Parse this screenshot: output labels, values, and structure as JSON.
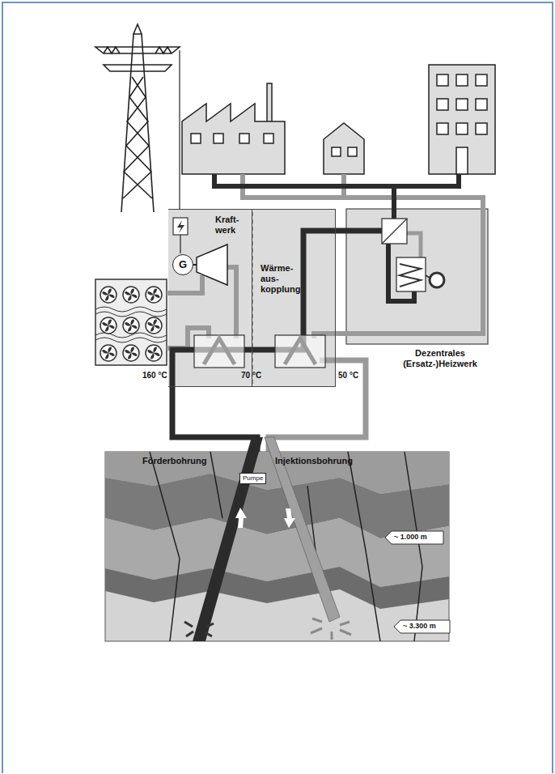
{
  "diagram": {
    "nodes": [
      {
        "text": [
          "Kraft- werk"
        ]
      },
      {
        "text": [
          "Wärme- aus- kopplung"
        ]
      },
      {
        "text": [
          "Dezentrales (Ersatz-)Heizwerk"
        ]
      },
      {
        "text": [
          "G"
        ],
        "in": 0
      },
      {
        "text": [
          "Pumpe"
        ]
      }
    ],
    "edges": [
      {
        "from": 1,
        "to": 2,
        "arrow": "none"
      }
    ],
    "labels": [
      "160 °C",
      "70 °C",
      "50 °C",
      "Förderbohrung",
      "Injektionsbohrung",
      "~ 1.000 m",
      "~ 3.300 m"
    ]
  }
}
